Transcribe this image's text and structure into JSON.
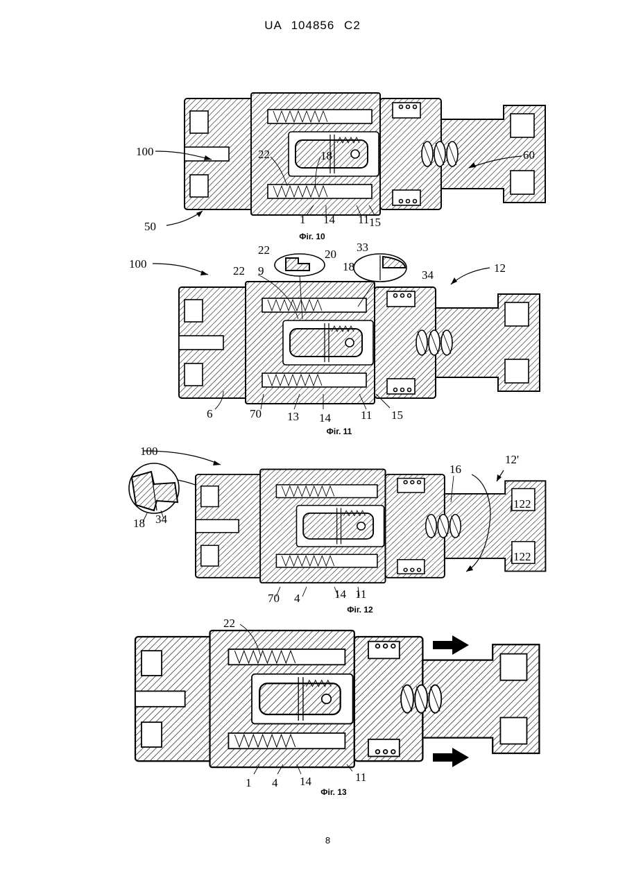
{
  "header": {
    "text": "UA   104856   C2"
  },
  "page_number": "8",
  "figures": [
    {
      "caption": "Фіг. 10",
      "labels": [
        "100",
        "22",
        "18",
        "60",
        "50",
        "1",
        "14",
        "11",
        "15"
      ]
    },
    {
      "caption": "Фіг. 11",
      "labels": [
        "22",
        "20",
        "9",
        "33",
        "18",
        "34",
        "100",
        "22",
        "12",
        "6",
        "70",
        "13",
        "14",
        "11",
        "15"
      ]
    },
    {
      "caption": "Фіг. 12",
      "labels": [
        "100",
        "16",
        "12'",
        "122",
        "122",
        "18",
        "34",
        "70",
        "4",
        "14",
        "11"
      ]
    },
    {
      "caption": "Фіг. 13",
      "labels": [
        "22",
        "1",
        "4",
        "14",
        "11"
      ]
    }
  ]
}
